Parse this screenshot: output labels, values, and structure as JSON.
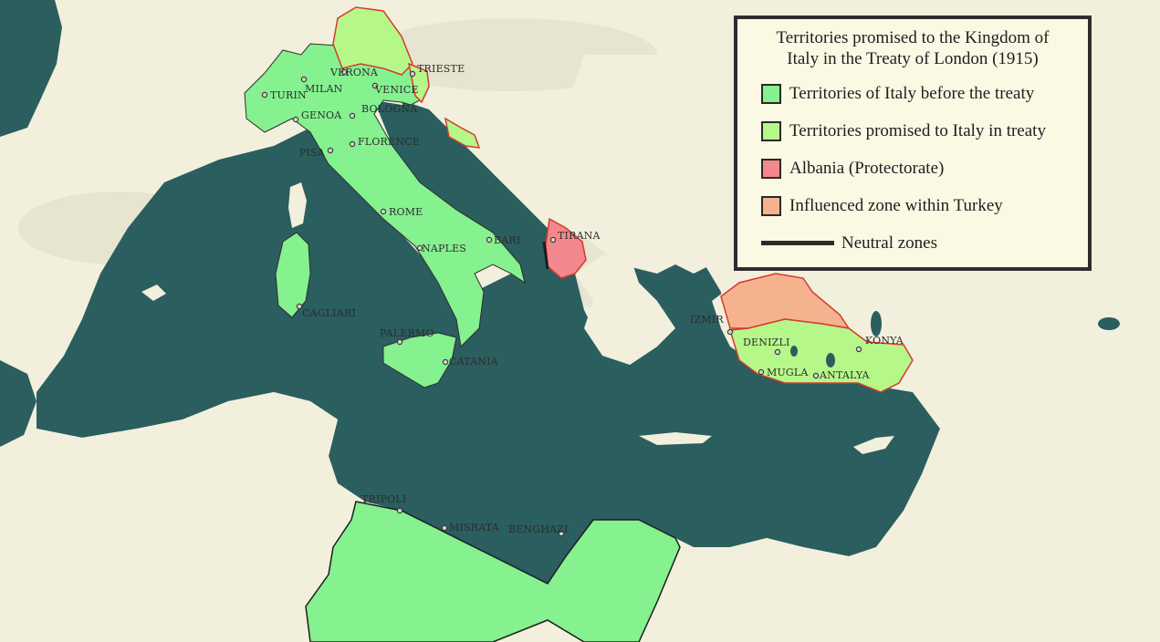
{
  "legend": {
    "title_line1": "Territories promised to the Kingdom of",
    "title_line2": "Italy in the Treaty of London (1915)",
    "items": [
      {
        "label": "Territories of Italy before the treaty",
        "color": "#85f18f"
      },
      {
        "label": "Territories promised to Italy in treaty",
        "color": "#b6f78a"
      },
      {
        "label": "Albania (Protectorate)",
        "color": "#f2888d"
      },
      {
        "label": "Influenced zone within Turkey",
        "color": "#f5b28e"
      },
      {
        "label": "Neutral zones",
        "color": "#2a2a2a"
      }
    ]
  },
  "cities": [
    {
      "name": "TURIN"
    },
    {
      "name": "MILAN"
    },
    {
      "name": "VERONA"
    },
    {
      "name": "VENICE"
    },
    {
      "name": "TRIESTE"
    },
    {
      "name": "GENOA"
    },
    {
      "name": "BOLOGNA"
    },
    {
      "name": "PISA"
    },
    {
      "name": "FLORENCE"
    },
    {
      "name": "ROME"
    },
    {
      "name": "NAPLES"
    },
    {
      "name": "BARI"
    },
    {
      "name": "TIRANA"
    },
    {
      "name": "CAGLIARI"
    },
    {
      "name": "PALERMO"
    },
    {
      "name": "CATANIA"
    },
    {
      "name": "IZMIR"
    },
    {
      "name": "DENIZLI"
    },
    {
      "name": "MUGLA"
    },
    {
      "name": "ANTALYA"
    },
    {
      "name": "KONYA"
    },
    {
      "name": "TRIPOLI"
    },
    {
      "name": "MISRATA"
    },
    {
      "name": "BENGHAZI"
    }
  ],
  "colors": {
    "sea": "#2b5e5e",
    "land": "#f2efdc",
    "italy": "#85f18f",
    "promised": "#b6f78a",
    "albania": "#f2888d",
    "turkey_influence": "#f5b28e",
    "border_red": "#d43a2f"
  }
}
